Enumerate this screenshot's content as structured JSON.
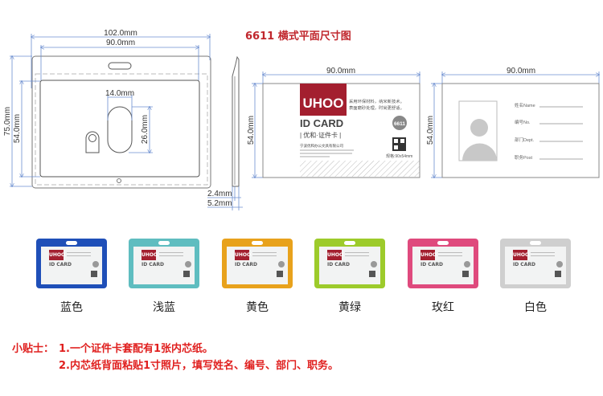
{
  "title": "6611 横式平面尺寸图",
  "front_drawing": {
    "outer_width": "102.0mm",
    "inner_width": "90.0mm",
    "outer_height": "75.0mm",
    "inner_height": "54.0mm",
    "slot_width": "14.0mm",
    "slot_height": "26.0mm"
  },
  "side_drawing": {
    "thin": "2.4mm",
    "thick": "5.2mm"
  },
  "card_front": {
    "width": "90.0mm",
    "height": "54.0mm",
    "logo": "UHOO",
    "id_card": "ID CARD",
    "subtitle": "| 优和·证件卡 |",
    "slogan_1": "采用环保材料，纳米新技术。",
    "slogan_2": "表面磨砂处理，时尚更舒适。",
    "model": "6611",
    "company": "宁波优和办公文具有限公司",
    "spec": "规格:90x54mm"
  },
  "card_back": {
    "width": "90.0mm",
    "height": "54.0mm",
    "fields": [
      "姓名Name",
      "编号No.",
      "部门Dept.",
      "职务Post"
    ]
  },
  "colors": [
    {
      "label": "蓝色",
      "hex": "#1f4fb8"
    },
    {
      "label": "浅蓝",
      "hex": "#5fbdc0"
    },
    {
      "label": "黄色",
      "hex": "#e8a21c"
    },
    {
      "label": "黄绿",
      "hex": "#9dcb2b"
    },
    {
      "label": "玫红",
      "hex": "#df4a7d"
    },
    {
      "label": "白色",
      "hex": "#cfcfcf"
    }
  ],
  "tips": {
    "label": "小贴士：",
    "items": [
      "1.一个证件卡套配有1张内芯纸。",
      "2.内芯纸背面粘贴1寸照片，填写姓名、编号、部门、职务。"
    ]
  }
}
